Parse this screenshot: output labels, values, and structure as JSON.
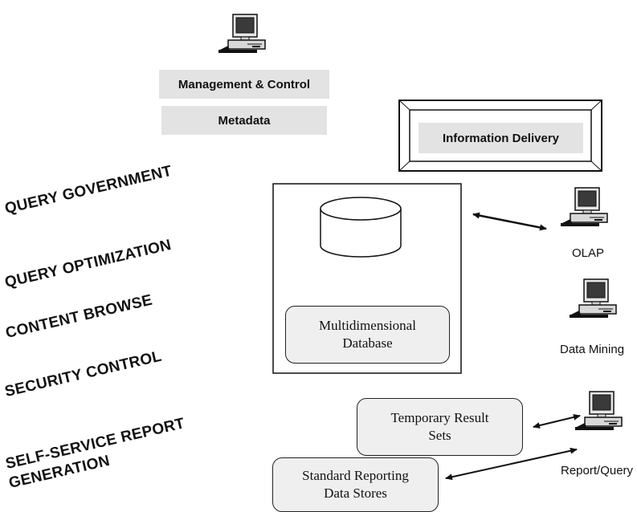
{
  "management": {
    "label": "Management & Control",
    "metadata_label": "Metadata"
  },
  "delivery": {
    "label": "Information Delivery"
  },
  "database": {
    "line1": "Multidimensional",
    "line2": "Database"
  },
  "clients": {
    "olap": "OLAP",
    "data_mining": "Data Mining",
    "report_query": "Report/Query"
  },
  "stores": {
    "temp_line1": "Temporary Result",
    "temp_line2": "Sets",
    "std_line1": "Standard Reporting",
    "std_line2": "Data Stores"
  },
  "features": {
    "query_government": "QUERY GOVERNMENT",
    "query_optimization": "QUERY  OPTIMIZATION",
    "content_browse": "CONTENT  BROWSE",
    "security_control": "SECURITY  CONTROL",
    "self_service_1": "SELF-SERVICE  REPORT",
    "self_service_2": "GENERATION"
  }
}
